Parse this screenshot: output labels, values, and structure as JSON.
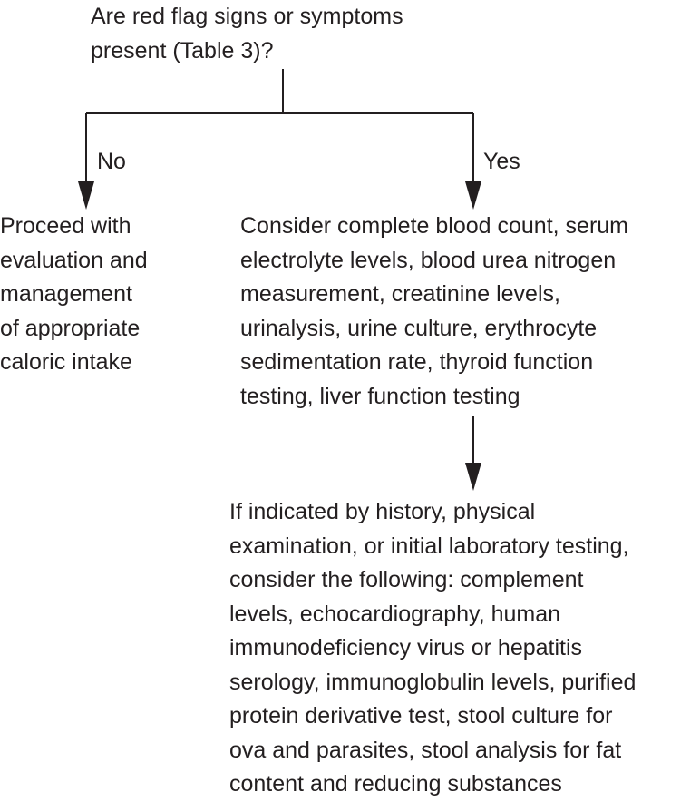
{
  "question": {
    "lines": [
      "Are red flag signs or symptoms",
      "present (Table 3)?"
    ]
  },
  "branches": {
    "no": "No",
    "yes": "Yes"
  },
  "no_outcome": {
    "lines": [
      "Proceed with",
      "evaluation and",
      "management",
      "of appropriate",
      "caloric intake"
    ]
  },
  "yes_outcome": {
    "lines": [
      "Consider complete blood count, serum",
      "electrolyte levels, blood urea nitrogen",
      "measurement, creatinine levels,",
      "urinalysis, urine culture, erythrocyte",
      "sedimentation rate, thyroid function",
      "testing, liver function testing"
    ]
  },
  "further_testing": {
    "lines": [
      "If indicated by history, physical",
      "examination, or initial laboratory testing,",
      "consider the following: complement",
      "levels, echocardiography, human",
      "immunodeficiency virus or hepatitis",
      "serology, immunoglobulin levels, purified",
      "protein derivative test, stool culture for",
      "ova and parasites, stool analysis for fat",
      "content and reducing substances"
    ]
  }
}
